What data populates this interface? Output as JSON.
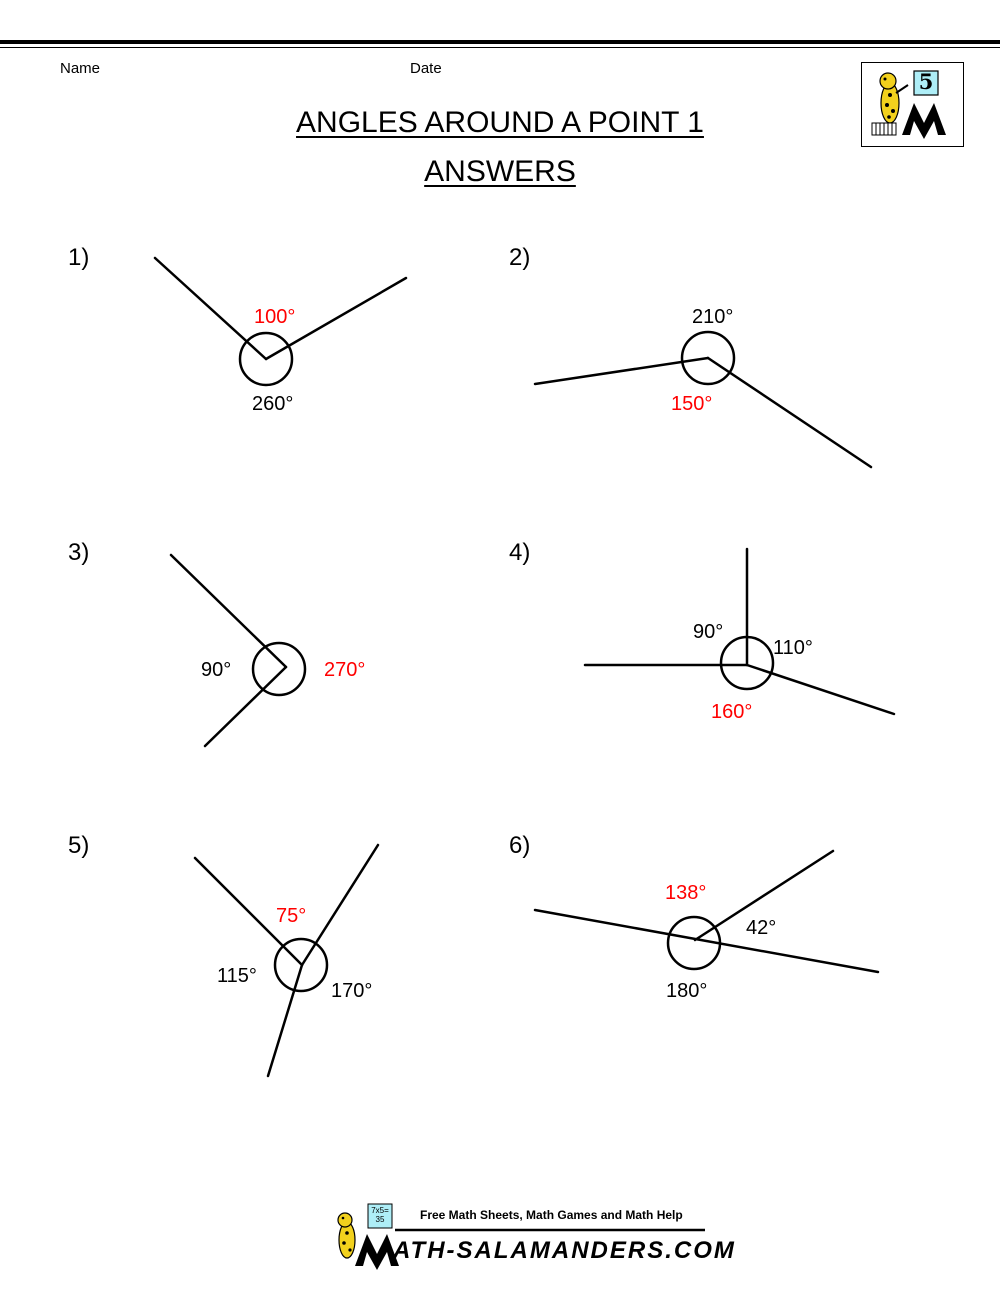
{
  "header": {
    "name_label": "Name",
    "date_label": "Date",
    "title": "ANGLES AROUND A POINT 1",
    "subtitle": "ANSWERS",
    "logo_badge": "5"
  },
  "questions": [
    {
      "number": "1)",
      "angles": [
        {
          "text": "100°",
          "answer": true
        },
        {
          "text": "260°",
          "answer": false
        }
      ]
    },
    {
      "number": "2)",
      "angles": [
        {
          "text": "210°",
          "answer": false
        },
        {
          "text": "150°",
          "answer": true
        }
      ]
    },
    {
      "number": "3)",
      "angles": [
        {
          "text": "90°",
          "answer": false
        },
        {
          "text": "270°",
          "answer": true
        }
      ]
    },
    {
      "number": "4)",
      "angles": [
        {
          "text": "90°",
          "answer": false
        },
        {
          "text": "110°",
          "answer": false
        },
        {
          "text": "160°",
          "answer": true
        }
      ]
    },
    {
      "number": "5)",
      "angles": [
        {
          "text": "75°",
          "answer": true
        },
        {
          "text": "115°",
          "answer": false
        },
        {
          "text": "170°",
          "answer": false
        }
      ]
    },
    {
      "number": "6)",
      "angles": [
        {
          "text": "138°",
          "answer": true
        },
        {
          "text": "42°",
          "answer": false
        },
        {
          "text": "180°",
          "answer": false
        }
      ]
    }
  ],
  "footer": {
    "tagline": "Free Math Sheets, Math Games and Math Help",
    "site": "ATH-SALAMANDERS.COM",
    "badge_text": "7x5= 35"
  },
  "colors": {
    "answer": "#ff0000",
    "text": "#000000",
    "logo_accent": "#aeeef7",
    "salamander": "#f2d11d"
  },
  "icons": [
    "salamander-logo-icon",
    "salamander-footer-icon"
  ]
}
